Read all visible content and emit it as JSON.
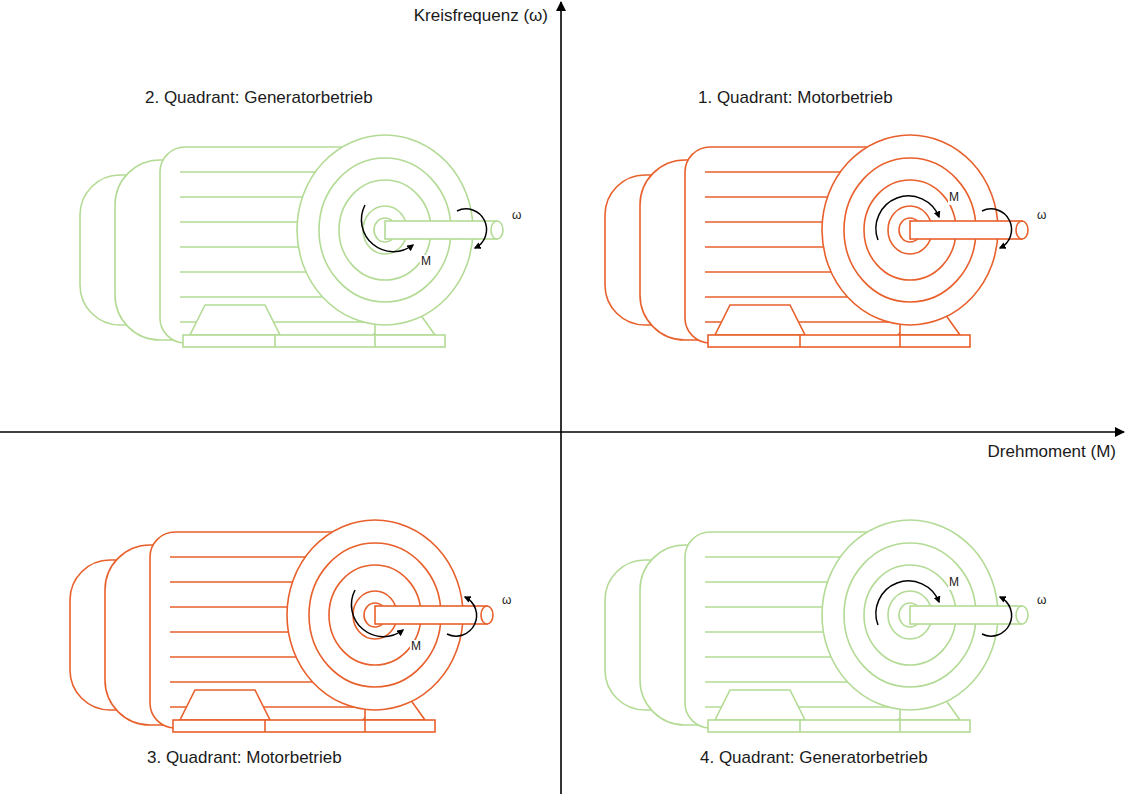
{
  "diagram": {
    "labels": [
      "Kreisfrequenz (ω)",
      "2. Quadrant: Generatorbetrieb",
      "1. Quadrant: Motorbetrieb",
      "M",
      "ω",
      "M",
      "ω",
      "Drehmoment (M)",
      "M",
      "ω",
      "M",
      "ω",
      "3. Quadrant: Motorbetrieb",
      "4. Quadrant: Generatorbetrieb"
    ]
  }
}
